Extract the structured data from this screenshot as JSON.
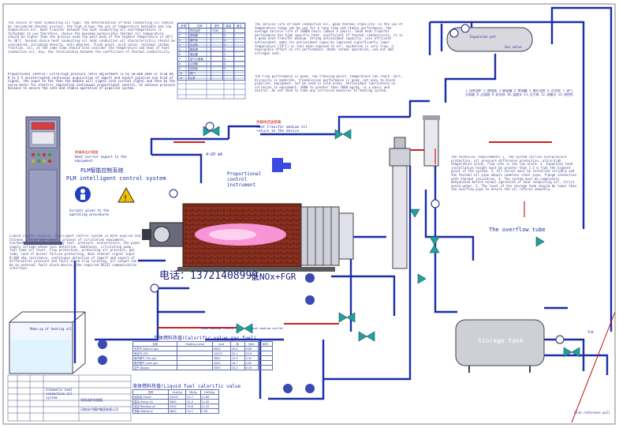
{
  "texts": {
    "top_left_para": "The choice of heat conducting oil type: the determination of heat conducting oil should be considered thermal process: the high allows the use of temperature heatable and low temperature oil. Heat transfer between the heat conducting oil overtemperature is forbidden to use therefore, choose the maximum permissible thermal oil temperature should be higher than the process need the main body of the highest temperature of 20°C to 30°C. Second choice heat conducting oil heat conduction oil characteristics should be considered, including density, anti-degrees, flash point, acid value, residual carbon fraction, oil, at the same time should also consider the temperature and heat of heat conduction oil, dip, the relationship between the coefficient of thermal conductivity.",
    "top_left_para2": "Proportional control: ultra-high pressure ratio adjustment is by 10~360 ohms or 4~20 mA, 0 to 5 V uninterrupted continuous acquisition of import and export pipeline one kind of signal, the input to the than the debate will signal into current signal and then by the servo motor for electric regulation continuous proportional control, to achieve pressure balance to ensure the safe and stable operation of pipeline system.",
    "top_center_para": "The service life of heat conduction oil, good thermal stability: in the use of temperature range can be use for a long time and stable performance, the average service life of 20000 hours (about 4 years). Good heat transfer performance has high specific heat, coefficient of thermal conductivity, it is a good heat transfer medium. Strong antioxidant capacity: join efficient antioxidant, make its antioxidant capacity improved significantly lower temperature (70°C) or less when exposed to air, oxidation is very slow, a negligible effect on its performance. Under normal operation, use not add nitrogen seal.",
    "top_center_para2": "The flow performance is good, low freezing point: temperature can reach -10°C. Viscosity is moderate, transmission performance is good, not easy to block pipeline, equipment, not be used in cold areas. Antioxidant lubrication no corrosion to equipment: 3000 to greater than 5000 mg/kg, is a basic and neutral. Do not need to take any corrosive measures to heating system.",
    "cn_notes": "1.导热油炉 2.燃烧器 3.膨胀罐 4.储油罐 5.循环油泵 6.注油泵 7.油气分离器 8.过滤器 9.安全阀 10.温度计 11.压力表 12.流量计 13.电控柜",
    "right_notes": "The technical requirements 1. The system carries overpressure protection, oil pressure difference protection, ultra-high temperature alarm, flow rate is too low alarm. 2. Expansion tank installation height must be greater than 1.5 m from the highest point of the system. 3. All valves must be installed reliably and the thermal oil pipe adopts seamless steel pipe, flange connection with thermal insulation. 4. The system must be completely dehydrated before normal operation of heat conducting oil, strict avoid water. 5. The level of the storage tank should be lower than the overflow pipe to ensure the oil returns smoothly.",
    "bottom_left_para": "Liquid crystal display intelligent control system in both English and Chinese, all of the control process of circulation equipment, overheated detection of heavy fuel, pressure, overpressure, the power supply voltage phase loss detection, imbalance, circulating pump, fuel tank oil level, flow protection, protecting oil pressure, gas leak, lack of burner failure protecting, dual channel signal input 0~300 ohm resistance, continuous detection of import and export of differential pressure and fault alarm trip locating, all output can be an external fault alarm device, the required RS232 communication interface.",
    "plc_cn": "PLM智能控制系统",
    "plc_en": "PLM intelligent control system",
    "mA_label": "4~20 mA",
    "prop_instr": "Proportional control instrument",
    "red_cn_top": "热媒体回油管路",
    "heat_return": "Heat transfer medium oil return to the device",
    "blue_cn_left": "热媒体出口管路",
    "blue_en_left": "Heat carrier export to the equipment",
    "scripts": "Scripts given to the operating procedures",
    "phone": "电话：13721408999",
    "nox": "低NOx+FGR",
    "expansion_tank": "Expansion pot",
    "gas_valve": "Gas valve",
    "overflow": "The overflow tube",
    "storage": "Storage tank",
    "gas_fuel_title": "气体燃料热值(Calorific value gas fuel)",
    "liquid_fuel_title": "液体燃料热值(Liquid fuel calorific value",
    "make_up": "Make-up of heating oil",
    "frame_tag": "YLW",
    "heat_medium_ret": "Heat medium return",
    "heat_medium_out": "Heat medium outlet",
    "bottom_right_note": "Size reference pull",
    "title_block_name": "Schematic heat conduction oil system",
    "title_block_company": "河南永兴锅炉集团有限公司",
    "title_block_cn": "导热油炉系统图"
  },
  "gas_table": {
    "headers": [
      "名称",
      "Heating value",
      "kcal",
      "MJ",
      "kWh",
      "NM3"
    ],
    "rows": [
      [
        "天然气 Natural gas",
        "8500",
        "35.6",
        "9.89",
        "1"
      ],
      [
        "液化气 LPG",
        "22000",
        "92.1",
        "25.6",
        "1"
      ],
      [
        "城市煤气 City gas",
        "3800",
        "15.9",
        "4.42",
        "1"
      ],
      [
        "焦炉煤气 Coke gas",
        "4000",
        "16.7",
        "4.65",
        "1"
      ],
      [
        "沼气 Biogas",
        "5500",
        "23.0",
        "6.39",
        "1"
      ]
    ]
  },
  "liquid_table": {
    "headers": [
      "名称",
      "kcal/kg",
      "MJ/kg",
      "kWh/kg"
    ],
    "rows": [
      [
        "轻柴油 Diesel",
        "10200",
        "42.7",
        "11.86"
      ],
      [
        "重油 Heavy oil",
        "9800",
        "41.0",
        "11.40"
      ],
      [
        "渣油 Residual oil",
        "9500",
        "39.8",
        "11.05"
      ],
      [
        "甲醇 Methanol",
        "4800",
        "20.1",
        "5.58"
      ]
    ]
  },
  "spec_table": {
    "headers": [
      "序号",
      "名称",
      "型号",
      "数量",
      "备注"
    ],
    "rows": [
      [
        "1",
        "导热油炉",
        "YQW",
        "1",
        ""
      ],
      [
        "2",
        "燃烧器",
        "",
        "1",
        ""
      ],
      [
        "3",
        "循环泵",
        "",
        "2",
        ""
      ],
      [
        "4",
        "注油泵",
        "",
        "1",
        ""
      ],
      [
        "5",
        "膨胀槽",
        "",
        "1",
        ""
      ],
      [
        "6",
        "储油槽",
        "",
        "1",
        ""
      ],
      [
        "7",
        "油气分离器",
        "",
        "1",
        ""
      ],
      [
        "8",
        "过滤器",
        "",
        "2",
        ""
      ],
      [
        "9",
        "控制柜",
        "",
        "1",
        ""
      ],
      [
        "10",
        "阀门",
        "",
        "",
        ""
      ],
      [
        "11",
        "仪表",
        "",
        "",
        ""
      ]
    ]
  },
  "colors": {
    "pipe_blue": "#1a2ea8",
    "pipe_red": "#d02020",
    "text_blue": "#3030a0",
    "flame": "#ff90e0",
    "cabinet": "#7a7fa8",
    "vessel": "#c8c8c8"
  }
}
